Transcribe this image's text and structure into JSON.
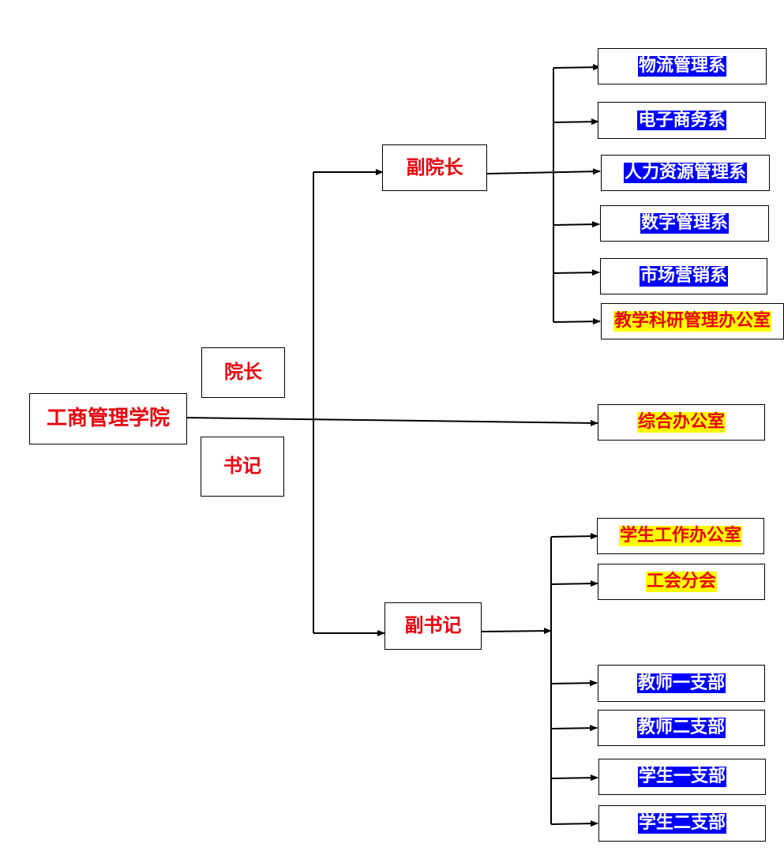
{
  "colors": {
    "red_text": "#e8000b",
    "blue_highlight": "#0000ff",
    "yellow_highlight": "#ffff00"
  },
  "root": {
    "label": "工商管理学院"
  },
  "leaders": {
    "dean": "院长",
    "secretary": "书记"
  },
  "vice_dean": {
    "label": "副院长",
    "departments": [
      {
        "label": "物流管理系",
        "highlight": "blue"
      },
      {
        "label": "电子商务系",
        "highlight": "blue"
      },
      {
        "label": "人力资源管理系",
        "highlight": "blue"
      },
      {
        "label": "数字管理系",
        "highlight": "blue"
      },
      {
        "label": "市场营销系",
        "highlight": "blue"
      },
      {
        "label": "教学科研管理办公室",
        "highlight": "yellow"
      }
    ]
  },
  "general_office": {
    "label": "综合办公室",
    "highlight": "yellow"
  },
  "deputy_secretary": {
    "label": "副书记",
    "units": [
      {
        "label": "学生工作办公室",
        "highlight": "yellow"
      },
      {
        "label": "工会分会",
        "highlight": "yellow"
      },
      {
        "label": "教师一支部",
        "highlight": "blue"
      },
      {
        "label": "教师二支部",
        "highlight": "blue"
      },
      {
        "label": "学生一支部",
        "highlight": "blue"
      },
      {
        "label": "学生二支部",
        "highlight": "blue"
      }
    ]
  }
}
